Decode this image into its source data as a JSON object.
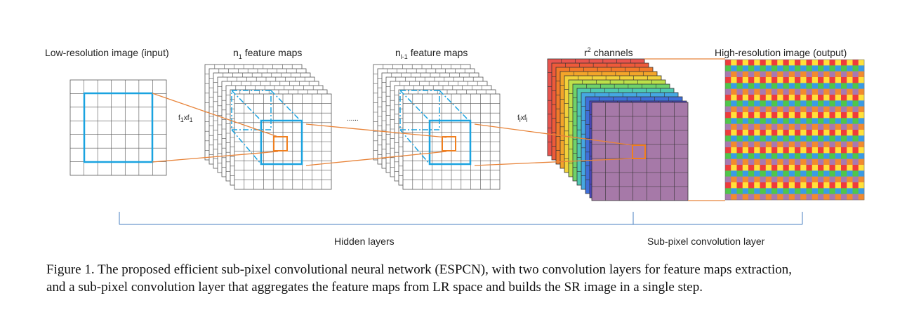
{
  "diagram": {
    "labels": {
      "input": "Low-resolution image (input)",
      "n1_base": "n",
      "n1_sub": "1",
      "n1_rest": " feature maps",
      "nl_base": "n",
      "nl_sub": "l-1",
      "nl_rest": " feature maps",
      "r_base": "r",
      "r_sup": "2",
      "r_rest": " channels",
      "output": "High-resolution image (output)",
      "kernel1_a": "f",
      "kernel1_a_sub": "1",
      "kernel1_b": "xf",
      "kernel1_b_sub": "1",
      "kernell_a": "f",
      "kernell_a_sub": "l",
      "kernell_b": "xf",
      "kernell_b_sub": "l",
      "ellipsis": "......",
      "hidden": "Hidden layers",
      "subpixel": "Sub-pixel convolution layer"
    },
    "colors": {
      "grid_line": "#555555",
      "receptive_field": "#1aa3e0",
      "kernel_box": "#f07f1e",
      "connector": "#e8843a",
      "brace": "#4a7fc1",
      "final_channel": "#a679a8",
      "channel_stack": [
        "#e8544e",
        "#ef5a3a",
        "#f27a2a",
        "#f3a52a",
        "#f2d13a",
        "#bde04a",
        "#6fd36a",
        "#4fc9b0",
        "#45a8e2",
        "#3f6fd9",
        "#4b48c8"
      ],
      "hr_palette": [
        "#ef3b3b",
        "#ffe13a",
        "#4fc64a",
        "#3a9be6",
        "#a879b0",
        "#f28a2e"
      ]
    }
  },
  "caption": {
    "line1": "Figure 1. The proposed efficient sub-pixel convolutional neural network (ESPCN), with two convolution layers for feature maps extraction,",
    "line2": "and a sub-pixel convolution layer that aggregates the feature maps from LR space and builds the SR image in a single step."
  }
}
